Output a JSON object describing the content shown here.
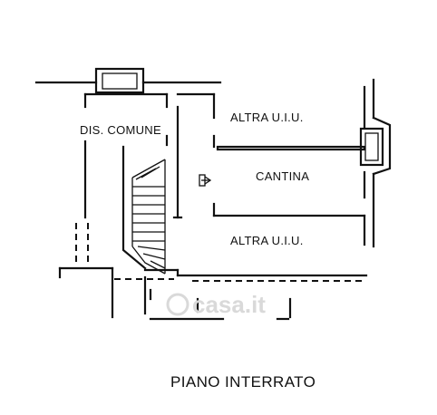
{
  "rooms": {
    "common_corridor": "DIS. COMUNE",
    "other_unit_top": "ALTRA U.I.U.",
    "cellar": "CANTINA",
    "other_unit_bottom": "ALTRA U.I.U."
  },
  "floor_title": "PIANO INTERRATO",
  "watermark": "casa.it"
}
